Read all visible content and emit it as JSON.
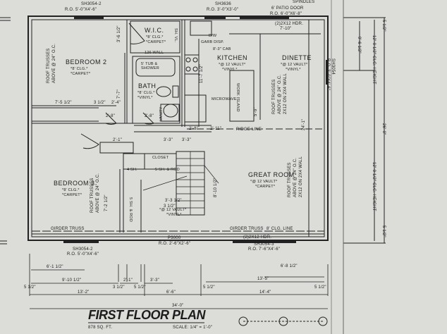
{
  "title": "FIRST FLOOR PLAN",
  "area": "878 SQ. FT.",
  "scale": "SCALE: 1/4\" = 1'-0\"",
  "rooms": {
    "bedroom2": {
      "name": "BEDROOM 2",
      "ceiling": "*8' CLG.*",
      "floor": "*CARPET*"
    },
    "wic": {
      "name": "W.I.C.",
      "ceiling": "*8' CLG.*",
      "floor": "*CARPET*"
    },
    "bath": {
      "name": "BATH",
      "ceiling": "*8' CLG.*",
      "floor": "*VINYL*"
    },
    "kitchen": {
      "name": "KITCHEN",
      "ceiling": "*@ 12 VAULT*",
      "floor": "*VINYL*"
    },
    "dinette": {
      "name": "DINETTE",
      "ceiling": "*@ 12 VAULT*",
      "floor": "*VINYL*"
    },
    "bedroom3": {
      "name": "BEDROOM 3",
      "ceiling": "*8' CLG.*",
      "floor": "*CARPET*"
    },
    "great_room": {
      "name": "GREAT ROOM",
      "ceiling": "*@ 12 VAULT*",
      "floor": "*CARPET*"
    },
    "entry": {
      "ceiling": "*@ 12 VAULT*",
      "floor": "*VINYL*"
    }
  },
  "fixtures": {
    "tub": "5' TUB & SHOWER",
    "sh_vl": "SH. VL.",
    "garb_disp": "GARB DISP.",
    "dw": "D/W",
    "cab": "8'-3\" CAB",
    "microwave": "MICROWAVE",
    "work_island": "WORK ISLAND",
    "vanity": "VANITY",
    "four_sh": "4 SH.",
    "sh_rod": "5 SH. & ROD",
    "closet": "CLOSET",
    "patio_spindles": "SPINDLES",
    "wall_126": "126 WALL"
  },
  "windows": {
    "top_left": {
      "code": "SH3054-2",
      "ro": "R.O. 5'-0\"X4'-6\""
    },
    "top_kitchen": {
      "code": "SH3636",
      "ro": "R.O. 3'-0\"X3'-0\""
    },
    "patio": {
      "code": "6' PATIO DOOR",
      "ro": "R.O. 6'-0\"X6'-8\""
    },
    "header_top": {
      "code": "(2)2X12 HDR.",
      "ro": "7'-10\""
    },
    "side": {
      "code": "SH3054",
      "ro": "R.O. 3'-0\"X4'-6\""
    },
    "bottom_left": {
      "code": "SH3054-2",
      "ro": "R.O. 5'-0\"X4'-6\""
    },
    "door": {
      "code": "P3000",
      "ro": "R.O. 2'-6\"X2'-6\""
    },
    "bottom_right": {
      "code": "SH3054-3",
      "ro": "R.O. 7'-6\"X4'-6\""
    },
    "header_bottom": {
      "code": "(2)2X12 HDR."
    }
  },
  "notes": {
    "roof_trusses": "ROOF TRUSSES",
    "above_24": "ABOVE @ 24\" O.C.",
    "ridge_line": "RIDGE LINE",
    "girder_truss_left": "GIRDER TRUSS",
    "girder_truss_right": "GIRDER TRUSS",
    "clg_line": "8' CLG. LINE",
    "ceil_2x12": "2X12 ON 2X4 WALL",
    "vault_12": "@ 12 VAULT"
  },
  "dims": {
    "d_7_5": "7'-5 1/2\"",
    "d_3_12a": "3 1/2\"",
    "d_2_4": "2'-4\"",
    "d_2_8a": "2'-8\"",
    "d_2_8b": "2'-8\"",
    "d_2_8c": "2'-8\"",
    "d_2_11": "2'-11\"",
    "d_3_3": "3'-3\"",
    "d_2_1": "2'-1\"",
    "d_3_3b": "3'-3 1/2\"",
    "d_3_12b": "3 1/2\"",
    "d_7_7": "7'-7\"",
    "d_3_6": "3'-6 1/2\"",
    "d_5_12": "5 1/2\"",
    "d_11_7": "11'-7 1/2\"",
    "d_5_9": "5'-9\"",
    "d_6_6": "6'-6\"",
    "d_7_2": "7'-2 1/2\"",
    "d_8_10": "8'-10 1/2\"",
    "d_24_1": "24'-1\"",
    "r_5_12": "5 1/2\"",
    "r_9_6": "9'-6 1/2\"",
    "r_12_0": "12'-0 1/2\" CLG. HEIGHT",
    "r_26": "26'-0\"",
    "r_12_0b": "12'-0 1/2\" CLG. HEIGHT",
    "r_5_12b": "5 1/2\"",
    "b_6_1": "6'-1 1/2\"",
    "b_9_10": "9'-10 1/2\"",
    "b_2_1": "2'-1\"",
    "b_3_3": "3'-3\"",
    "b_6_8": "6'-8 1/2\"",
    "b_13_5": "13'-5\"",
    "b_5a": "5 1/2\"",
    "b_3": "3 1/2\"",
    "b_5b": "5 1/2\"",
    "b_5c": "5 1/2\"",
    "b_5d": "5 1/2\"",
    "b_13_2": "13'-2\"",
    "b_6_6": "6'-6\"",
    "b_14_4": "14'-4\"",
    "b_34": "34'-0\""
  }
}
